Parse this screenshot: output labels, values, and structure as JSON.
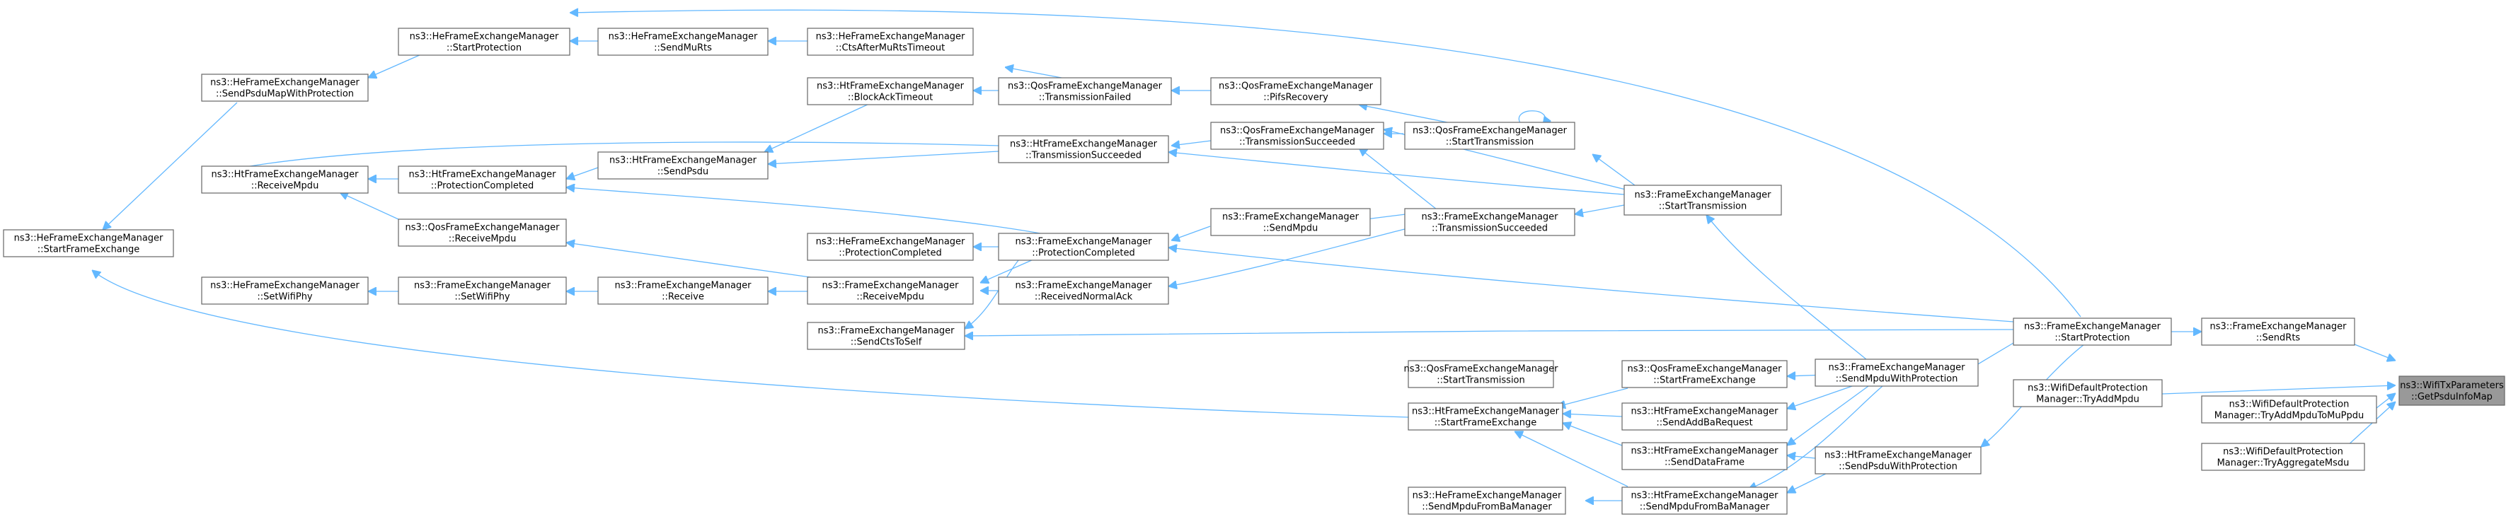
{
  "colors": {
    "edge": "#63b8ff",
    "node_border": "#666666",
    "highlight": "#999999"
  },
  "nodes": {
    "n1": {
      "lines": [
        "ns3::WifiTxParameters",
        "::GetPsduInfoMap"
      ],
      "highlight": true
    },
    "n2": {
      "lines": [
        "ns3::FrameExchangeManager",
        "::SendRts"
      ]
    },
    "n3": {
      "lines": [
        "ns3::WifiDefaultProtection",
        "Manager::TryAddMpdu"
      ]
    },
    "n4": {
      "lines": [
        "ns3::WifiDefaultProtection",
        "Manager::TryAddMpduToMuPpdu"
      ]
    },
    "n5": {
      "lines": [
        "ns3::WifiDefaultProtection",
        "Manager::TryAggregateMsdu"
      ]
    },
    "n6": {
      "lines": [
        "ns3::FrameExchangeManager",
        "::StartProtection"
      ]
    },
    "n7": {
      "lines": [
        "ns3::FrameExchangeManager",
        "::SendMpduWithProtection"
      ]
    },
    "n8": {
      "lines": [
        "ns3::HtFrameExchangeManager",
        "::SendPsduWithProtection"
      ]
    },
    "n9": {
      "lines": [
        "ns3::FrameExchangeManager",
        "::StartTransmission"
      ]
    },
    "n10": {
      "lines": [
        "ns3::QosFrameExchangeManager",
        "::StartFrameExchange"
      ]
    },
    "n11": {
      "lines": [
        "ns3::HtFrameExchangeManager",
        "::SendAddBaRequest"
      ]
    },
    "n12": {
      "lines": [
        "ns3::HtFrameExchangeManager",
        "::SendDataFrame"
      ]
    },
    "n13": {
      "lines": [
        "ns3::HtFrameExchangeManager",
        "::SendMpduFromBaManager"
      ]
    },
    "n14": {
      "lines": [
        "ns3::QosFrameExchangeManager",
        "::StartTransmission"
      ]
    },
    "n15": {
      "lines": [
        "ns3::FrameExchangeManager",
        "::TransmissionSucceeded"
      ]
    },
    "n16": {
      "lines": [
        "ns3::QosFrameExchangeManager",
        "::PifsRecovery"
      ]
    },
    "n17": {
      "lines": [
        "ns3::QosFrameExchangeManager",
        "::TransmissionSucceeded"
      ]
    },
    "n18": {
      "lines": [
        "ns3::FrameExchangeManager",
        "::SendMpdu"
      ]
    },
    "n19": {
      "lines": [
        "ns3::QosFrameExchangeManager",
        "::StartTransmission"
      ]
    },
    "n20": {
      "lines": [
        "ns3::HtFrameExchangeManager",
        "::StartFrameExchange"
      ]
    },
    "n21": {
      "lines": [
        "ns3::HeFrameExchangeManager",
        "::SendMpduFromBaManager"
      ]
    },
    "n22": {
      "lines": [
        "ns3::HeFrameExchangeManager",
        "::CtsAfterMuRtsTimeout"
      ]
    },
    "n23": {
      "lines": [
        "ns3::QosFrameExchangeManager",
        "::TransmissionFailed"
      ]
    },
    "n24": {
      "lines": [
        "ns3::HtFrameExchangeManager",
        "::BlockAckTimeout"
      ]
    },
    "n25": {
      "lines": [
        "ns3::HtFrameExchangeManager",
        "::TransmissionSucceeded"
      ]
    },
    "n26": {
      "lines": [
        "ns3::FrameExchangeManager",
        "::ProtectionCompleted"
      ]
    },
    "n27": {
      "lines": [
        "ns3::HeFrameExchangeManager",
        "::ProtectionCompleted"
      ]
    },
    "n28": {
      "lines": [
        "ns3::FrameExchangeManager",
        "::ReceiveMpdu"
      ]
    },
    "n29": {
      "lines": [
        "ns3::FrameExchangeManager",
        "::ReceivedNormalAck"
      ]
    },
    "n30": {
      "lines": [
        "ns3::FrameExchangeManager",
        "::SendCtsToSelf"
      ]
    },
    "n31": {
      "lines": [
        "ns3::HeFrameExchangeManager",
        "::SendMuRts"
      ]
    },
    "n32": {
      "lines": [
        "ns3::HtFrameExchangeManager",
        "::SendPsdu"
      ]
    },
    "n33": {
      "lines": [
        "ns3::FrameExchangeManager",
        "::Receive"
      ]
    },
    "n34": {
      "lines": [
        "ns3::HeFrameExchangeManager",
        "::StartProtection"
      ]
    },
    "n35": {
      "lines": [
        "ns3::HtFrameExchangeManager",
        "::ProtectionCompleted"
      ]
    },
    "n36": {
      "lines": [
        "ns3::QosFrameExchangeManager",
        "::ReceiveMpdu"
      ]
    },
    "n37": {
      "lines": [
        "ns3::FrameExchangeManager",
        "::SetWifiPhy"
      ]
    },
    "n38": {
      "lines": [
        "ns3::HeFrameExchangeManager",
        "::SendPsduMapWithProtection"
      ]
    },
    "n39": {
      "lines": [
        "ns3::HtFrameExchangeManager",
        "::ReceiveMpdu"
      ]
    },
    "n40": {
      "lines": [
        "ns3::HeFrameExchangeManager",
        "::SetWifiPhy"
      ]
    },
    "n41": {
      "lines": [
        "ns3::HeFrameExchangeManager",
        "::StartFrameExchange"
      ]
    }
  }
}
